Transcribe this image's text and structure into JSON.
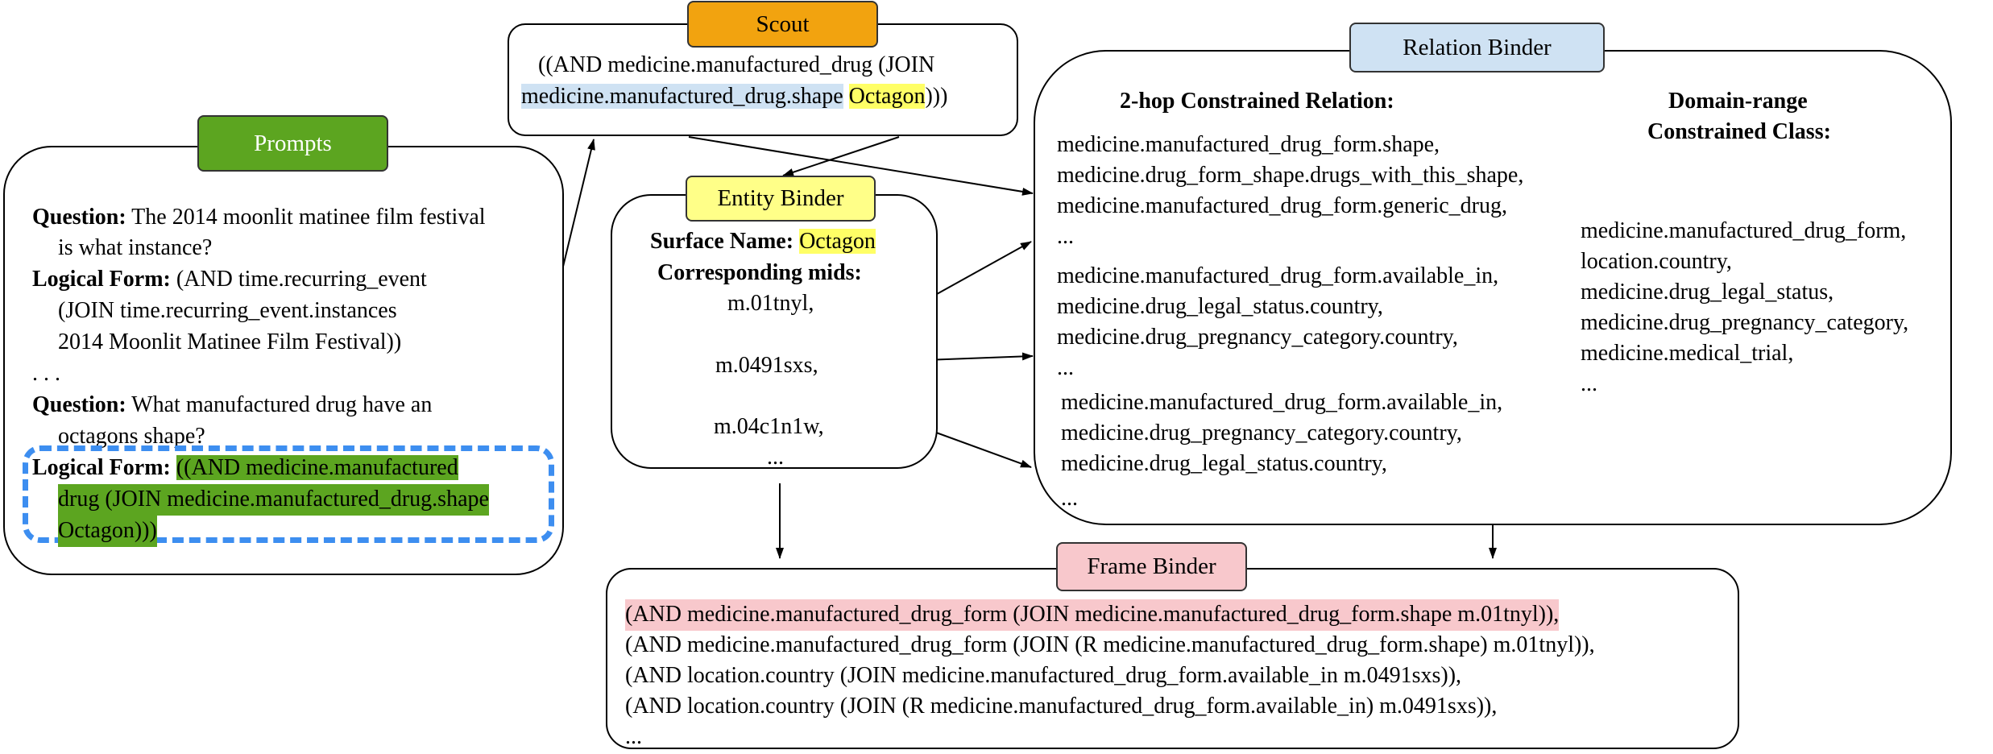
{
  "colors": {
    "prompts_tag": "#5ca520",
    "scout_tag": "#f2a30f",
    "entity_tag": "#ffff88",
    "relation_tag": "#cfe2f3",
    "frame_tag": "#f8c8cc",
    "dash_blue": "#3d8ef0"
  },
  "prompts": {
    "tag": "Prompts",
    "q1_label": "Question:",
    "q1_line1": " The 2014 moonlit matinee film festival",
    "q1_line2": "is what instance?",
    "lf1_label": "Logical Form:",
    "lf1_line1": " (AND time.recurring_event",
    "lf1_line2": "(JOIN time.recurring_event.instances",
    "lf1_line3": "2014 Moonlit Matinee Film Festival))",
    "ellipsis": ". . .",
    "q2_label": "Question:",
    "q2_line1": " What manufactured drug have an",
    "q2_line2": "octagons shape?",
    "lf2_label": "Logical Form:",
    "lf2_line1": "((AND medicine.manufactured",
    "lf2_line2": "drug (JOIN medicine.manufactured_drug.shape",
    "lf2_line3": "Octagon)))"
  },
  "scout": {
    "tag": "Scout",
    "line1": "((AND medicine.manufactured_drug (JOIN",
    "line2_rel": "medicine.manufactured_drug.shape",
    "line2_ent": "Octagon",
    "line2_end": ")))"
  },
  "entity_binder": {
    "tag": "Entity Binder",
    "surface_label": "Surface Name:",
    "surface_value": "Octagon",
    "mids_label": "Corresponding mids:",
    "mids": [
      "m.01tnyl,",
      "m.0491sxs,",
      "m.04c1n1w,"
    ],
    "ellipsis": "..."
  },
  "relation_binder": {
    "tag": "Relation Binder",
    "relation_header": "2-hop Constrained Relation:",
    "group1": [
      "medicine.manufactured_drug_form.shape,",
      "medicine.drug_form_shape.drugs_with_this_shape,",
      "medicine.manufactured_drug_form.generic_drug,",
      "..."
    ],
    "group2": [
      "medicine.manufactured_drug_form.available_in,",
      "medicine.drug_legal_status.country,",
      "medicine.drug_pregnancy_category.country,",
      "..."
    ],
    "group3": [
      "medicine.manufactured_drug_form.available_in,",
      "medicine.drug_pregnancy_category.country,",
      "medicine.drug_legal_status.country,",
      "..."
    ],
    "class_header_line1": "Domain-range",
    "class_header_line2": "Constrained Class:",
    "classes": [
      "medicine.manufactured_drug_form,",
      "location.country,",
      "medicine.drug_legal_status,",
      "medicine.drug_pregnancy_category,",
      "medicine.medical_trial,",
      "..."
    ]
  },
  "frame_binder": {
    "tag": "Frame Binder",
    "lines": [
      "(AND medicine.manufactured_drug_form (JOIN medicine.manufactured_drug_form.shape m.01tnyl)),",
      "(AND medicine.manufactured_drug_form (JOIN (R medicine.manufactured_drug_form.shape) m.01tnyl)),",
      "(AND location.country (JOIN medicine.manufactured_drug_form.available_in m.0491sxs)),",
      "(AND location.country (JOIN (R medicine.manufactured_drug_form.available_in) m.0491sxs)),",
      "..."
    ]
  }
}
